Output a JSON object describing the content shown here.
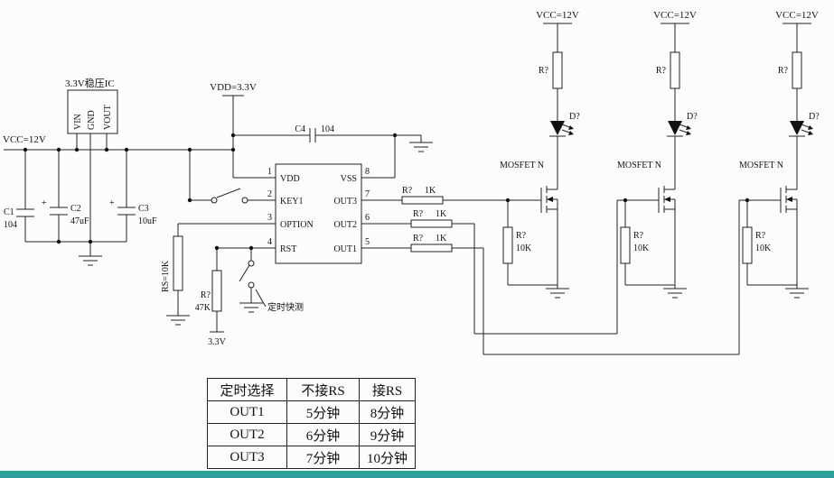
{
  "page": {
    "background": "#fcfcfc",
    "line_color": "#222222",
    "bottom_bar_color": "#2d9f9a"
  },
  "power": {
    "vcc_in": "VCC=12V",
    "vdd_rail": "VDD=3.3V",
    "rst_pullup_rail": "3.3V"
  },
  "regulator": {
    "title": "3.3V稳压IC",
    "pins": [
      "VIN",
      "GND",
      "VOUT"
    ]
  },
  "capacitors": {
    "c1": {
      "name": "C1",
      "value": "104"
    },
    "c2": {
      "name": "C2",
      "value": "47uF",
      "polarity": "+"
    },
    "c3": {
      "name": "C3",
      "value": "10uF",
      "polarity": "+"
    },
    "c4": {
      "name": "C4",
      "value": "104"
    }
  },
  "main_ic": {
    "left_pins": [
      {
        "num": "1",
        "name": "VDD"
      },
      {
        "num": "2",
        "name": "KEY1"
      },
      {
        "num": "3",
        "name": "OPTION"
      },
      {
        "num": "4",
        "name": "RST"
      }
    ],
    "right_pins": [
      {
        "num": "8",
        "name": "VSS"
      },
      {
        "num": "7",
        "name": "OUT3"
      },
      {
        "num": "6",
        "name": "OUT2"
      },
      {
        "num": "5",
        "name": "OUT1"
      }
    ]
  },
  "option_circuit": {
    "rs_resistor": "RS=10K",
    "rst_resistor_name": "R?",
    "rst_resistor_value": "47K",
    "test_switch_label": "定时快测"
  },
  "series_resistors": [
    {
      "name": "R?",
      "value": "1K"
    },
    {
      "name": "R?",
      "value": "1K"
    },
    {
      "name": "R?",
      "value": "1K"
    }
  ],
  "channels": [
    {
      "vcc": "VCC=12V",
      "resistor": "R?",
      "led": "D?",
      "mosfet": "MOSFET N",
      "pull_name": "R?",
      "pull_value": "10K"
    },
    {
      "vcc": "VCC=12V",
      "resistor": "R?",
      "led": "D?",
      "mosfet": "MOSFET N",
      "pull_name": "R?",
      "pull_value": "10K"
    },
    {
      "vcc": "VCC=12V",
      "resistor": "R?",
      "led": "D?",
      "mosfet": "MOSFET N",
      "pull_name": "R?",
      "pull_value": "10K"
    }
  ],
  "table": {
    "headers": [
      "定时选择",
      "不接RS",
      "接RS"
    ],
    "rows": [
      [
        "OUT1",
        "5分钟",
        "8分钟"
      ],
      [
        "OUT2",
        "6分钟",
        "9分钟"
      ],
      [
        "OUT3",
        "7分钟",
        "10分钟"
      ]
    ]
  }
}
